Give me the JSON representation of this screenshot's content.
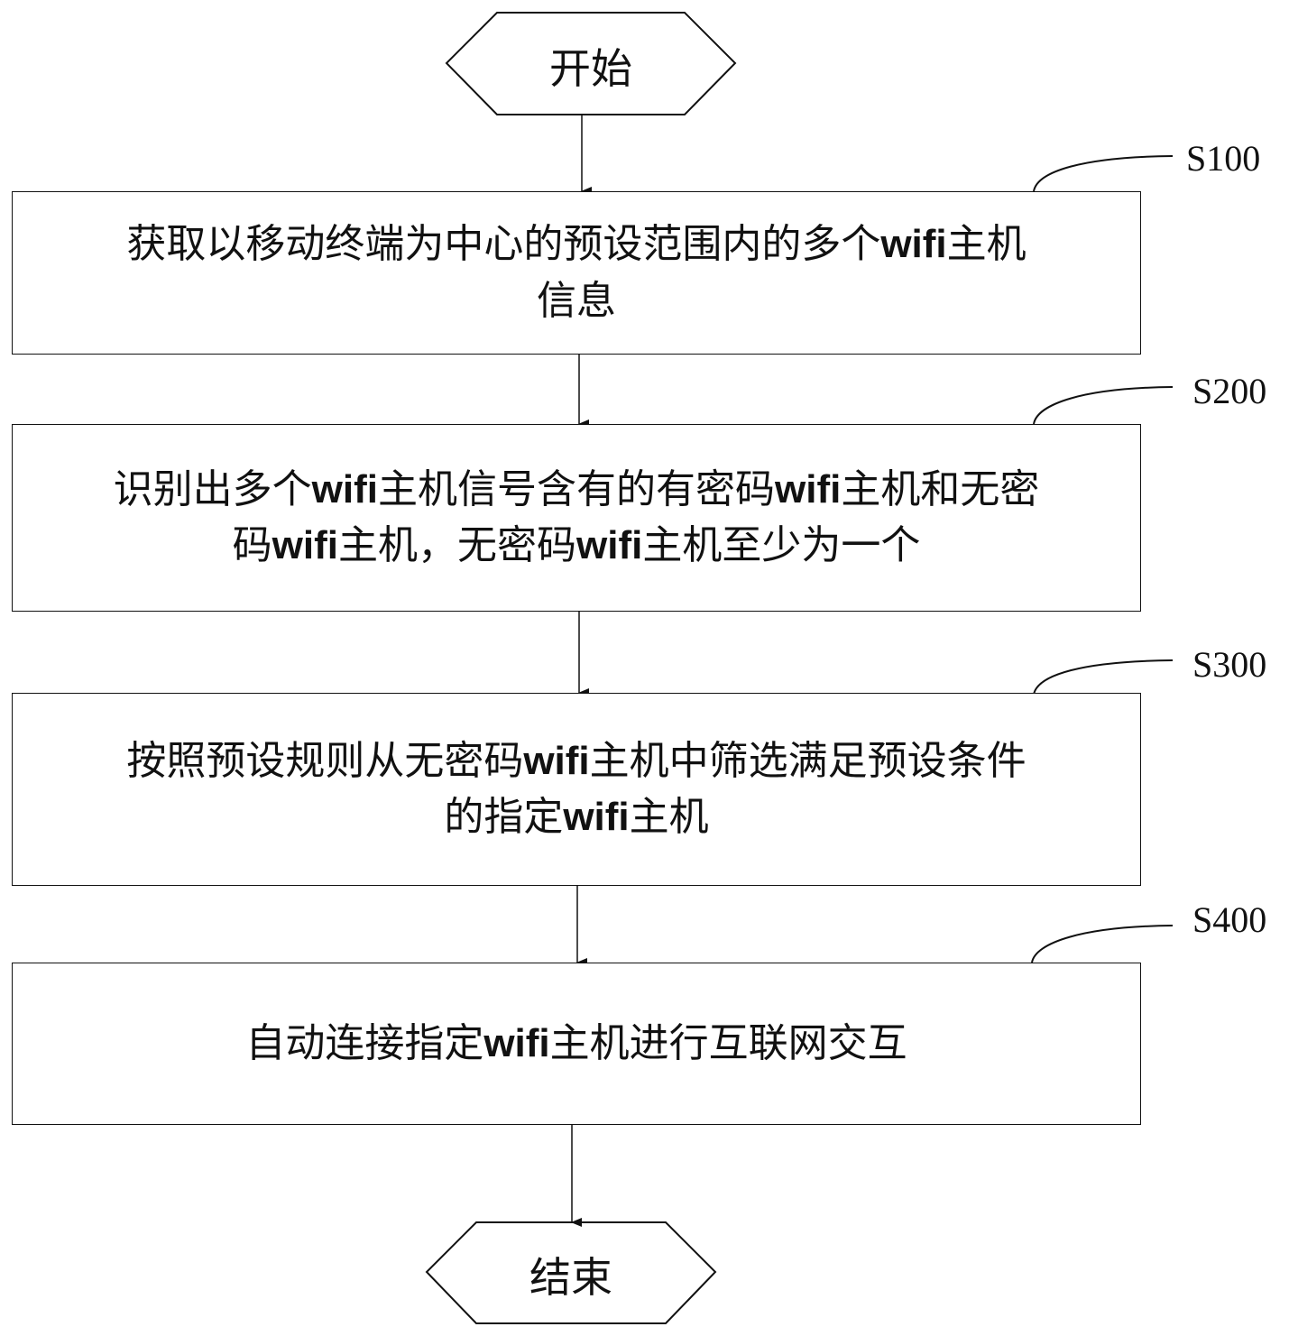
{
  "start": {
    "label": "开始"
  },
  "end": {
    "label": "结束"
  },
  "steps": [
    {
      "id": "S100",
      "lines": [
        "获取以移动终端为中心的预设范围内的多个wifi主机",
        "信息"
      ]
    },
    {
      "id": "S200",
      "lines": [
        "识别出多个wifi主机信号含有的有密码wifi主机和无密",
        "码wifi主机，无密码wifi主机至少为一个"
      ]
    },
    {
      "id": "S300",
      "lines": [
        "按照预设规则从无密码wifi主机中筛选满足预设条件",
        "的指定wifi主机"
      ]
    },
    {
      "id": "S400",
      "lines": [
        "自动连接指定wifi主机进行互联网交互"
      ]
    }
  ]
}
